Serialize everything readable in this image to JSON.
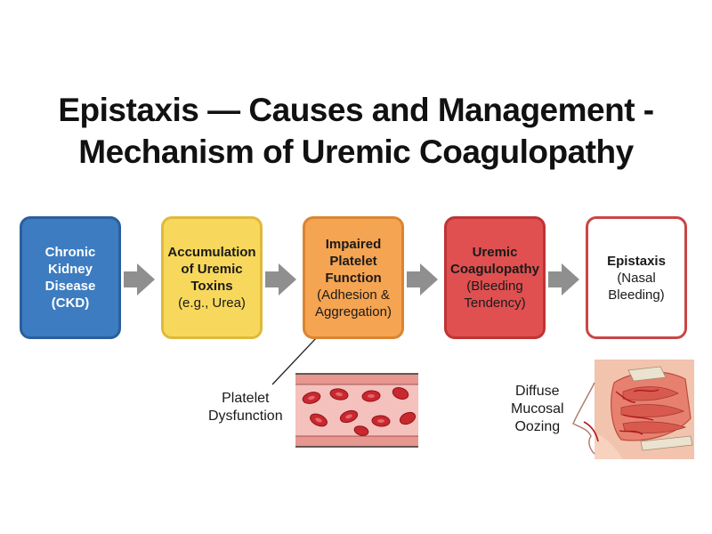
{
  "title": {
    "line1": "Epistaxis — Causes and Management -",
    "line2": "Mechanism of Uremic Coagulopathy"
  },
  "boxes": {
    "ckd": {
      "bold": [
        "Chronic",
        "Kidney",
        "Disease",
        "(CKD)"
      ],
      "normal": []
    },
    "toxins": {
      "bold": [
        "Accumulation",
        "of Uremic",
        "Toxins"
      ],
      "normal": [
        "(e.g., Urea)"
      ]
    },
    "platelet": {
      "bold": [
        "Impaired",
        "Platelet",
        "Function"
      ],
      "normal": [
        "(Adhesion &",
        "Aggregation)"
      ]
    },
    "coag": {
      "bold": [
        "Uremic",
        "Coagulopathy"
      ],
      "normal": [
        "(Bleeding",
        "Tendency)"
      ]
    },
    "epistaxis": {
      "bold": [
        "Epistaxis"
      ],
      "normal": [
        "(Nasal",
        "Bleeding)"
      ]
    }
  },
  "annotations": {
    "platelet_dysfunction": [
      "Platelet",
      "Dysfunction"
    ],
    "mucosal_oozing": [
      "Diffuse",
      "Mucosal",
      "Oozing"
    ]
  },
  "colors": {
    "ckd": "#3d7cc0",
    "toxins": "#f7d85c",
    "platelet": "#f5a452",
    "coag": "#e05050",
    "epistaxis_border": "#c94646",
    "arrow": "#8f8f8f",
    "blood": "#c9282f"
  }
}
